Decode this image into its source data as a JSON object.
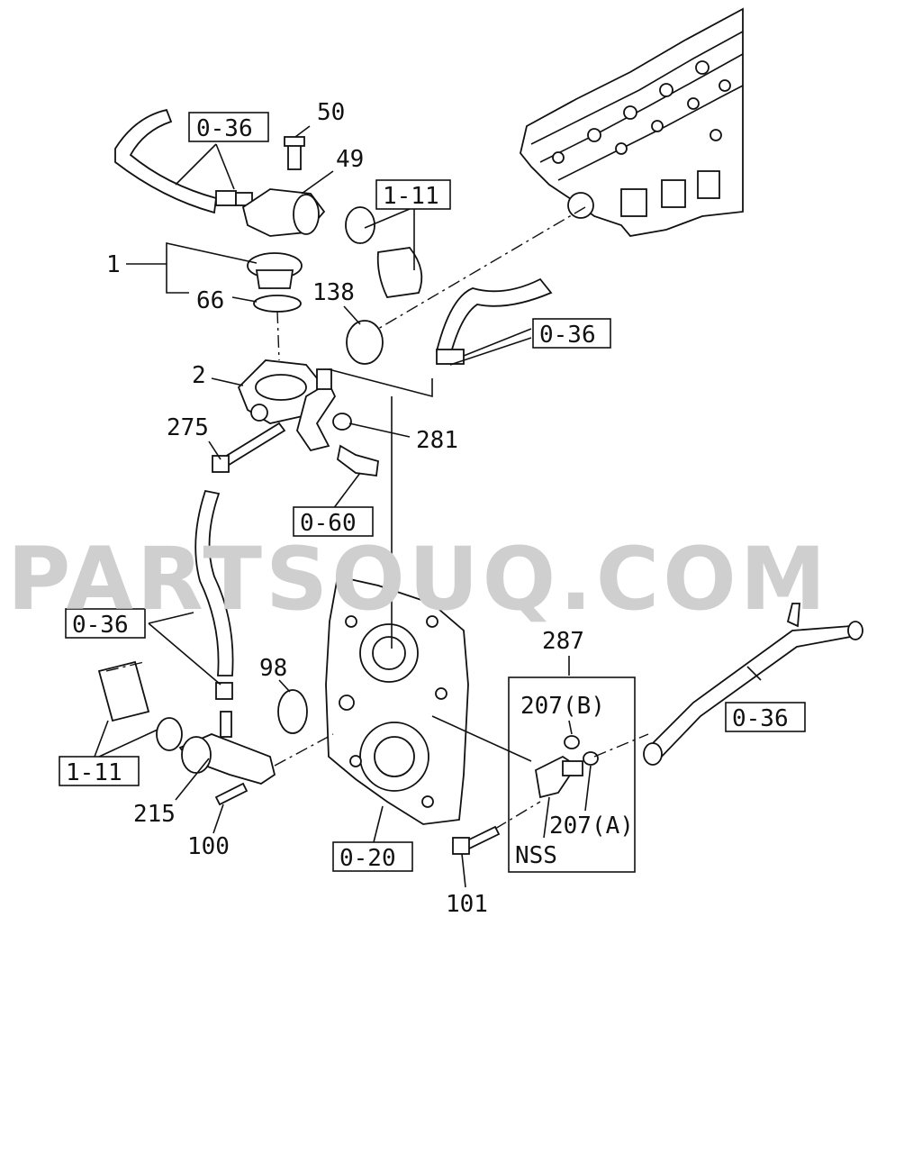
{
  "watermark": "PARTSOUQ.COM",
  "callouts": {
    "c1": "1",
    "c2": "2",
    "c49": "49",
    "c50": "50",
    "c66": "66",
    "c138": "138",
    "c275": "275",
    "c281": "281",
    "c98": "98",
    "c215": "215",
    "c100": "100",
    "c101": "101",
    "c287": "287",
    "c207b": "207(B)",
    "c207a": "207(A)",
    "nss": "NSS"
  },
  "refs": {
    "r036a": "0-36",
    "r111a": "1-11",
    "r036b": "0-36",
    "r060": "0-60",
    "r036c": "0-36",
    "r111b": "1-11",
    "r020": "0-20",
    "r036d": "0-36"
  }
}
